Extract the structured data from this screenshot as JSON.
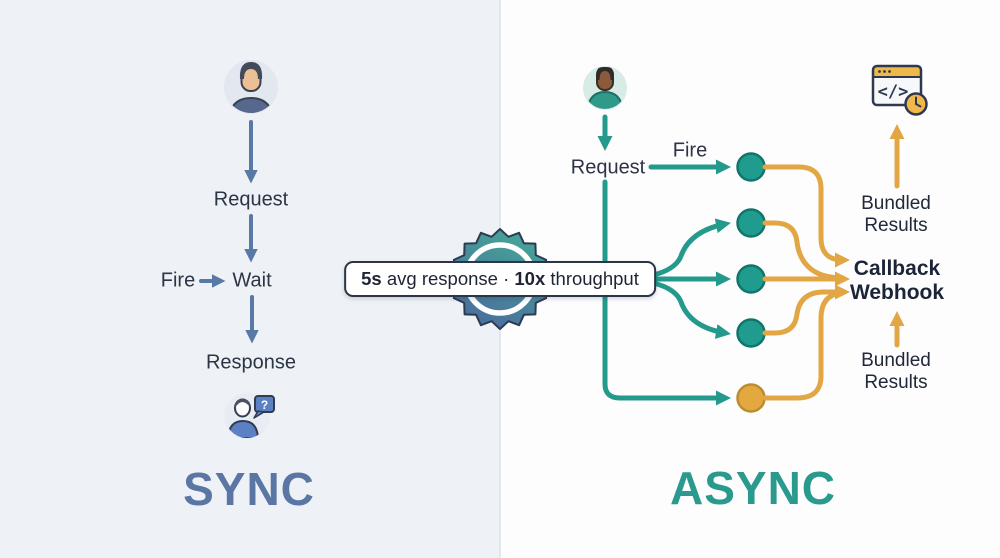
{
  "left": {
    "request": "Request",
    "fire": "Fire",
    "wait": "Wait",
    "response": "Response",
    "title": "SYNC"
  },
  "badge": {
    "stat1": "5s",
    "text1": " avg response · ",
    "stat2": "10x",
    "text2": " throughput"
  },
  "right": {
    "request": "Request",
    "fire": "Fire",
    "callback": "Callback Webhook",
    "bundled_top": "Bundled Results",
    "bundled_bottom": "Bundled Results",
    "title": "ASYNC"
  },
  "icons": {
    "code_glyph": "</>",
    "question_mark": "?"
  },
  "colors": {
    "bg_left": "#eef2f6",
    "bg_right": "#fdfdfe",
    "divider": "#dde2e8",
    "slate_arrow": "#5878a5",
    "label_ink": "#2c3545",
    "navy_ink": "#1c2538",
    "teal": "#239a8c",
    "teal_node_fill": "#1f9c8e",
    "teal_node_stroke": "#10756b",
    "gold": "#e2a744",
    "gold_node_stroke": "#bd8c2e",
    "sync_title": "#5b76a4",
    "async_title": "#2a9a8e",
    "seal_teal": "#45a797",
    "seal_blue": "#4b6b9e",
    "outline_navy": "#2c3a52",
    "avatar_left_bg": "#e2e7f0",
    "avatar_right_bg": "#d7ece7",
    "icon_circle_bg": "#e9edf3",
    "blue_icon": "#5c80c4",
    "clock_gold": "#f0b84a"
  }
}
